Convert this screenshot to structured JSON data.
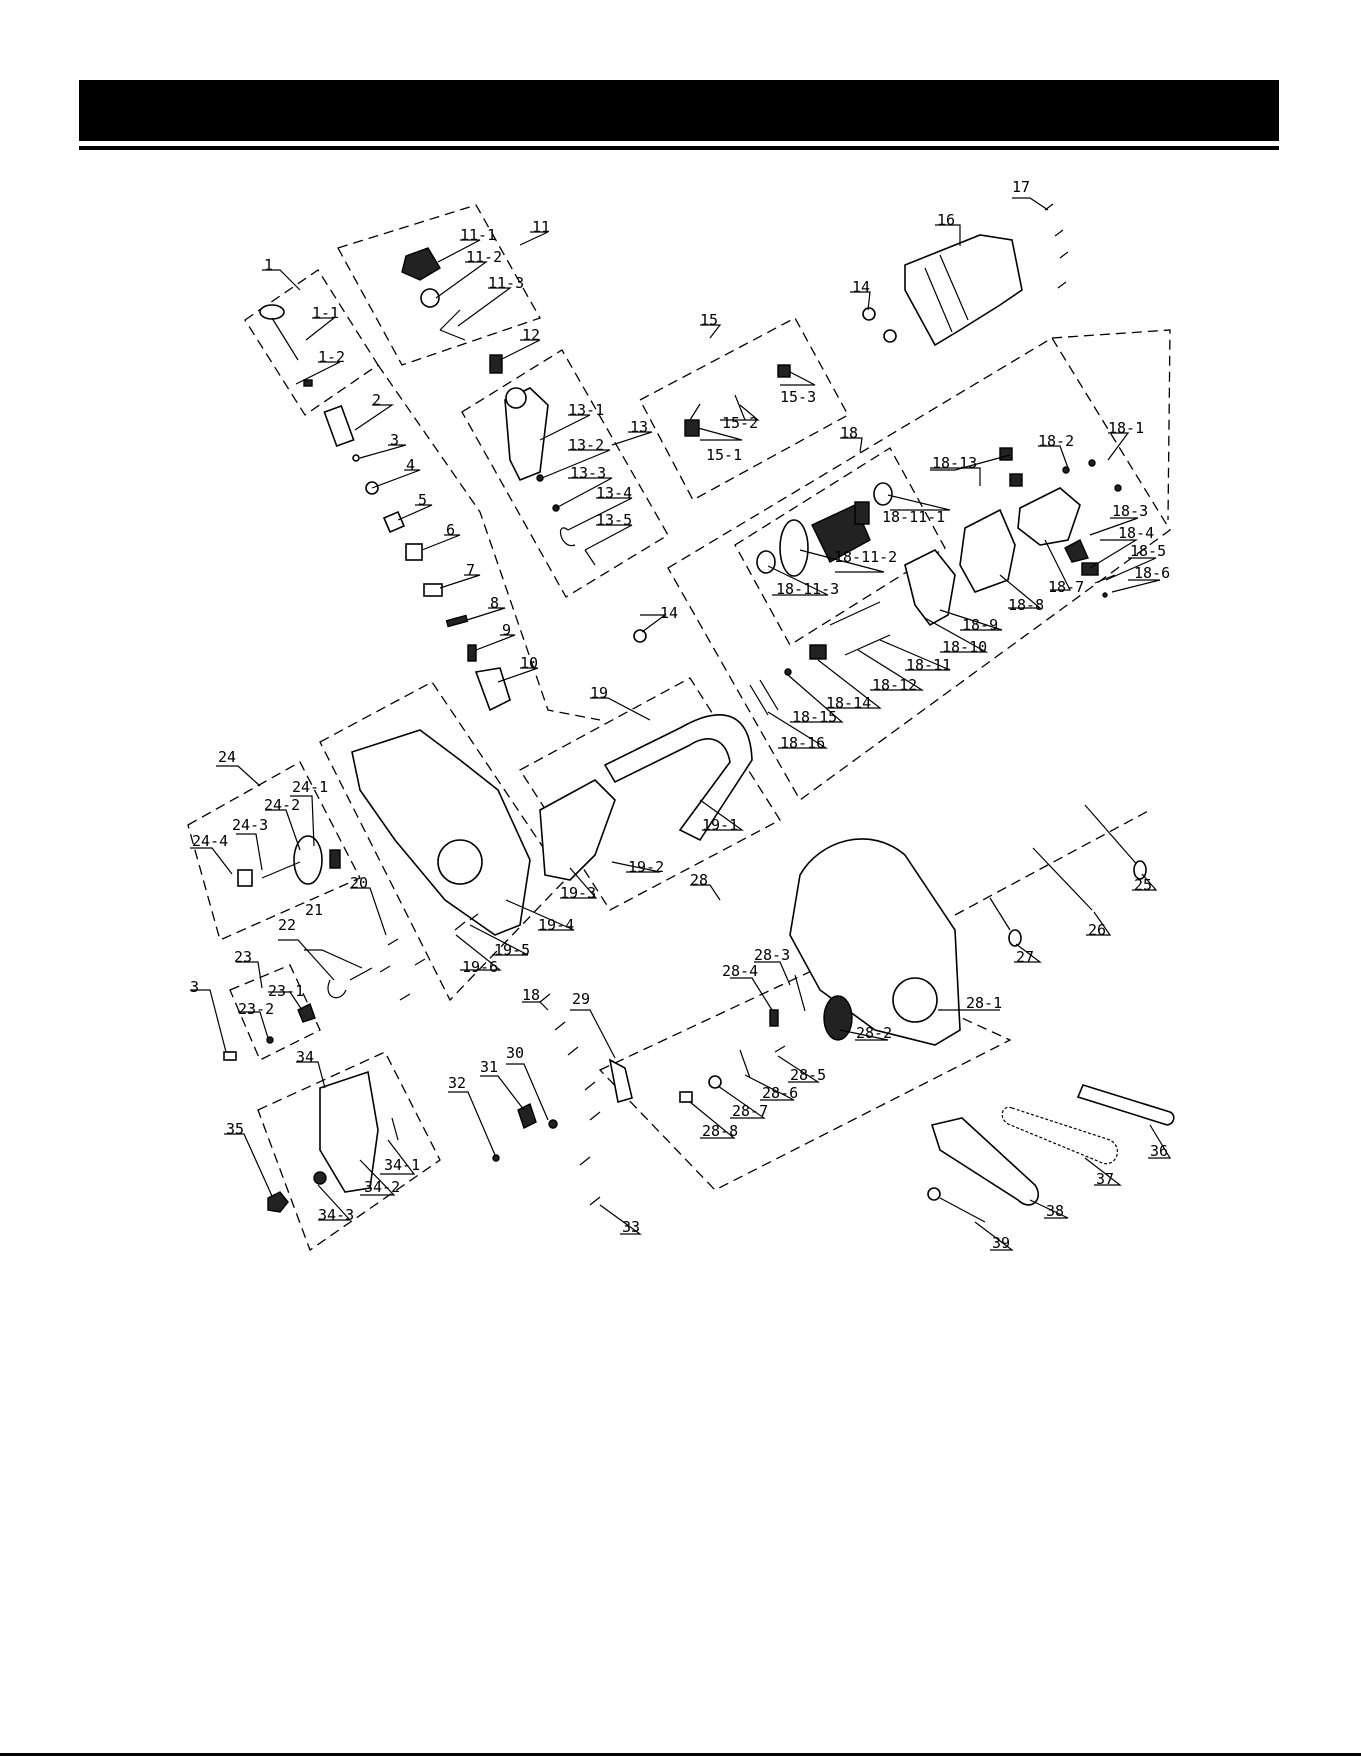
{
  "header": {
    "title": ""
  },
  "labels": {
    "p1": "1",
    "p1_1": "1-1",
    "p1_2": "1-2",
    "p2": "2",
    "p3a": "3",
    "p3b": "3",
    "p4": "4",
    "p5": "5",
    "p6": "6",
    "p7": "7",
    "p8": "8",
    "p9": "9",
    "p10": "10",
    "p11": "11",
    "p11_1": "11-1",
    "p11_2": "11-2",
    "p11_3": "11-3",
    "p12": "12",
    "p13": "13",
    "p13_1": "13-1",
    "p13_2": "13-2",
    "p13_3": "13-3",
    "p13_4": "13-4",
    "p13_5": "13-5",
    "p14a": "14",
    "p14b": "14",
    "p15": "15",
    "p15_1": "15-1",
    "p15_2": "15-2",
    "p15_3": "15-3",
    "p16": "16",
    "p17": "17",
    "p18a": "18",
    "p18b": "18",
    "p18_1": "18-1",
    "p18_2": "18-2",
    "p18_3": "18-3",
    "p18_4": "18-4",
    "p18_5": "18-5",
    "p18_6": "18-6",
    "p18_7": "18-7",
    "p18_8": "18-8",
    "p18_9": "18-9",
    "p18_10": "18-10",
    "p18_11": "18-11",
    "p18_11_1": "18-11-1",
    "p18_11_2": "18-11-2",
    "p18_11_3": "18-11-3",
    "p18_12": "18-12",
    "p18_13": "18-13",
    "p18_14": "18-14",
    "p18_15": "18-15",
    "p18_16": "18-16",
    "p19": "19",
    "p19_1": "19-1",
    "p19_2": "19-2",
    "p19_3": "19-3",
    "p19_4": "19-4",
    "p19_5": "19-5",
    "p19_6": "19-6",
    "p20": "20",
    "p21": "21",
    "p22": "22",
    "p23": "23",
    "p23_1": "23-1",
    "p23_2": "23-2",
    "p24": "24",
    "p24_1": "24-1",
    "p24_2": "24-2",
    "p24_3": "24-3",
    "p24_4": "24-4",
    "p25": "25",
    "p26": "26",
    "p27": "27",
    "p28": "28",
    "p28_1": "28-1",
    "p28_2": "28-2",
    "p28_3": "28-3",
    "p28_4": "28-4",
    "p28_5": "28-5",
    "p28_6": "28-6",
    "p28_7": "28-7",
    "p28_8": "28-8",
    "p29": "29",
    "p30": "30",
    "p31": "31",
    "p32": "32",
    "p33": "33",
    "p34": "34",
    "p34_1": "34-1",
    "p34_2": "34-2",
    "p34_3": "34-3",
    "p35": "35",
    "p36": "36",
    "p37": "37",
    "p38": "38",
    "p39": "39"
  }
}
